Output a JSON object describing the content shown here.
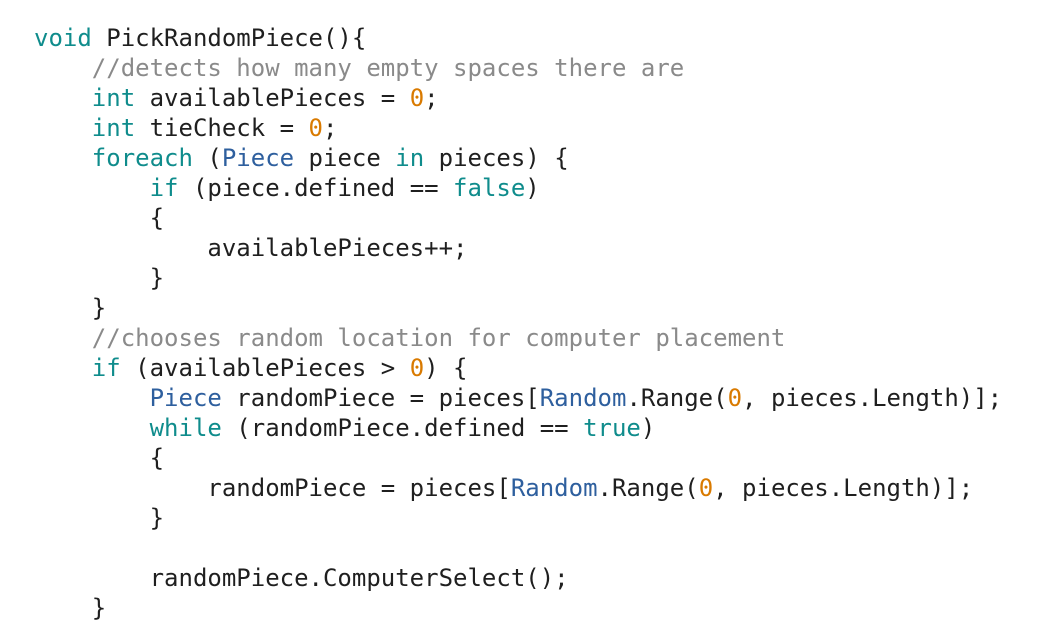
{
  "colors": {
    "background": "#ffffff",
    "text": "#1f1f1f",
    "keyword": "#0f8c8c",
    "type": "#2e5f9e",
    "number": "#d97a00",
    "comment": "#8a8a8a"
  },
  "code": {
    "lines": [
      {
        "tokens": [
          {
            "t": "void",
            "c": "kw"
          },
          {
            "t": " PickRandomPiece(){",
            "c": "tx"
          }
        ]
      },
      {
        "tokens": [
          {
            "t": "    //detects how many empty spaces there are",
            "c": "cm"
          }
        ]
      },
      {
        "tokens": [
          {
            "t": "    ",
            "c": "tx"
          },
          {
            "t": "int",
            "c": "kw"
          },
          {
            "t": " availablePieces = ",
            "c": "tx"
          },
          {
            "t": "0",
            "c": "nm"
          },
          {
            "t": ";",
            "c": "tx"
          }
        ]
      },
      {
        "tokens": [
          {
            "t": "    ",
            "c": "tx"
          },
          {
            "t": "int",
            "c": "kw"
          },
          {
            "t": " tieCheck = ",
            "c": "tx"
          },
          {
            "t": "0",
            "c": "nm"
          },
          {
            "t": ";",
            "c": "tx"
          }
        ]
      },
      {
        "tokens": [
          {
            "t": "    ",
            "c": "tx"
          },
          {
            "t": "foreach",
            "c": "kw"
          },
          {
            "t": " (",
            "c": "tx"
          },
          {
            "t": "Piece",
            "c": "ty"
          },
          {
            "t": " piece ",
            "c": "tx"
          },
          {
            "t": "in",
            "c": "kw"
          },
          {
            "t": " pieces) {",
            "c": "tx"
          }
        ]
      },
      {
        "tokens": [
          {
            "t": "        ",
            "c": "tx"
          },
          {
            "t": "if",
            "c": "kw"
          },
          {
            "t": " (piece.defined == ",
            "c": "tx"
          },
          {
            "t": "false",
            "c": "kw"
          },
          {
            "t": ")",
            "c": "tx"
          }
        ]
      },
      {
        "tokens": [
          {
            "t": "        {",
            "c": "tx"
          }
        ]
      },
      {
        "tokens": [
          {
            "t": "            availablePieces++;",
            "c": "tx"
          }
        ]
      },
      {
        "tokens": [
          {
            "t": "        }",
            "c": "tx"
          }
        ]
      },
      {
        "tokens": [
          {
            "t": "    }",
            "c": "tx"
          }
        ]
      },
      {
        "tokens": [
          {
            "t": "    //chooses random location for computer placement",
            "c": "cm"
          }
        ]
      },
      {
        "tokens": [
          {
            "t": "    ",
            "c": "tx"
          },
          {
            "t": "if",
            "c": "kw"
          },
          {
            "t": " (availablePieces > ",
            "c": "tx"
          },
          {
            "t": "0",
            "c": "nm"
          },
          {
            "t": ") {",
            "c": "tx"
          }
        ]
      },
      {
        "tokens": [
          {
            "t": "        ",
            "c": "tx"
          },
          {
            "t": "Piece",
            "c": "ty"
          },
          {
            "t": " randomPiece = pieces[",
            "c": "tx"
          },
          {
            "t": "Random",
            "c": "ty"
          },
          {
            "t": ".Range(",
            "c": "tx"
          },
          {
            "t": "0",
            "c": "nm"
          },
          {
            "t": ", pieces.Length)];",
            "c": "tx"
          }
        ]
      },
      {
        "tokens": [
          {
            "t": "        ",
            "c": "tx"
          },
          {
            "t": "while",
            "c": "kw"
          },
          {
            "t": " (randomPiece.defined == ",
            "c": "tx"
          },
          {
            "t": "true",
            "c": "kw"
          },
          {
            "t": ")",
            "c": "tx"
          }
        ]
      },
      {
        "tokens": [
          {
            "t": "        {",
            "c": "tx"
          }
        ]
      },
      {
        "tokens": [
          {
            "t": "            randomPiece = pieces[",
            "c": "tx"
          },
          {
            "t": "Random",
            "c": "ty"
          },
          {
            "t": ".Range(",
            "c": "tx"
          },
          {
            "t": "0",
            "c": "nm"
          },
          {
            "t": ", pieces.Length)];",
            "c": "tx"
          }
        ]
      },
      {
        "tokens": [
          {
            "t": "        }",
            "c": "tx"
          }
        ]
      },
      {
        "tokens": [
          {
            "t": "",
            "c": "tx"
          }
        ]
      },
      {
        "tokens": [
          {
            "t": "        randomPiece.ComputerSelect();",
            "c": "tx"
          }
        ]
      },
      {
        "tokens": [
          {
            "t": "    }",
            "c": "tx"
          }
        ]
      }
    ]
  }
}
